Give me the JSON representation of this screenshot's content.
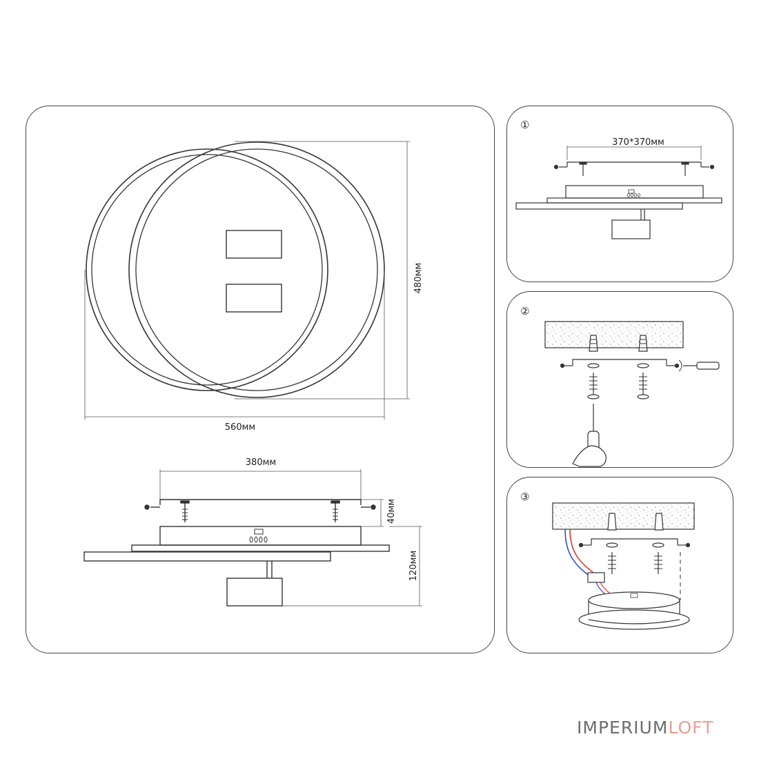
{
  "main_panel": {
    "top_view": {
      "width_label": "560мм",
      "height_label": "480мм"
    },
    "side_view": {
      "plate_width_label": "380мм",
      "depth_label": "40мм",
      "total_height_label": "120мм"
    }
  },
  "steps": [
    {
      "number": "①",
      "dimension_label": "370*370мм"
    },
    {
      "number": "②"
    },
    {
      "number": "③"
    }
  ],
  "brand": {
    "part1": "IMPERIUM",
    "part2": "LOFT"
  },
  "colors": {
    "line": "#333333",
    "brand_grey": "#6e6e6e",
    "brand_accent": "#e8a196",
    "wire_red": "#d9342b",
    "wire_blue": "#2f4fc4"
  }
}
